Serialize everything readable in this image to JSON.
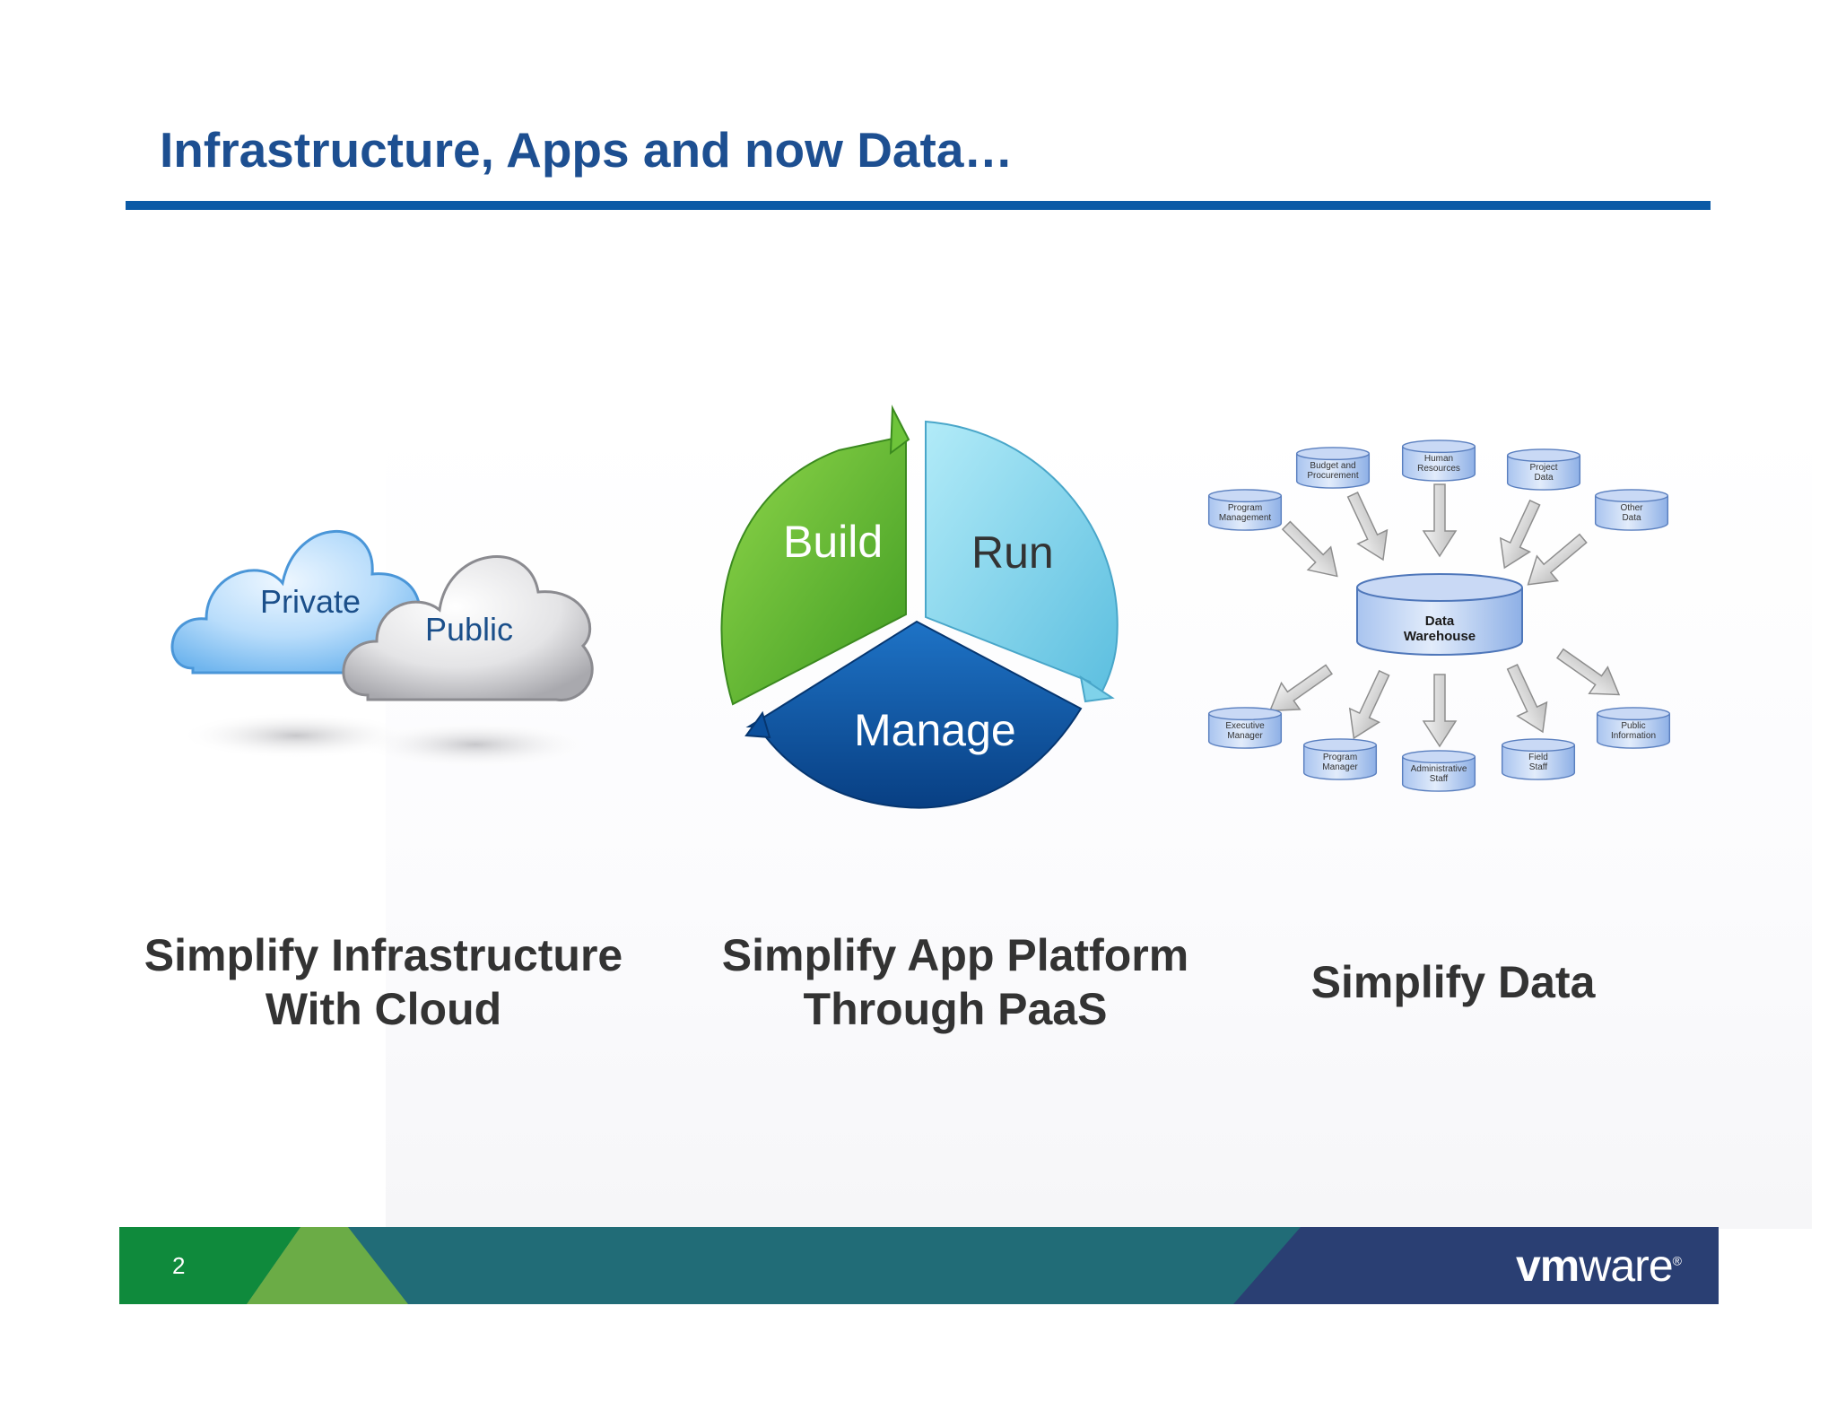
{
  "slide": {
    "title": "Infrastructure, Apps and now Data…",
    "page_number": "2"
  },
  "cloud": {
    "private_label": "Private",
    "public_label": "Public"
  },
  "cycle": {
    "build_label": "Build",
    "run_label": "Run",
    "manage_label": "Manage"
  },
  "warehouse": {
    "center_label_line1": "Data",
    "center_label_line2": "Warehouse",
    "sources": [
      {
        "line1": "Program",
        "line2": "Management"
      },
      {
        "line1": "Budget and",
        "line2": "Procurement"
      },
      {
        "line1": "Human",
        "line2": "Resources"
      },
      {
        "line1": "Project",
        "line2": "Data"
      },
      {
        "line1": "Other",
        "line2": "Data"
      }
    ],
    "consumers": [
      {
        "line1": "Executive",
        "line2": "Manager"
      },
      {
        "line1": "Program",
        "line2": "Manager"
      },
      {
        "line1": "Administrative",
        "line2": "Staff"
      },
      {
        "line1": "Field",
        "line2": "Staff"
      },
      {
        "line1": "Public",
        "line2": "Information"
      }
    ]
  },
  "captions": {
    "left_line1": "Simplify Infrastructure",
    "left_line2": "With Cloud",
    "middle_line1": "Simplify App Platform",
    "middle_line2": "Through PaaS",
    "right": "Simplify Data"
  },
  "footer": {
    "logo_bold": "vm",
    "logo_rest": "ware",
    "logo_mark": "®"
  },
  "colors": {
    "title": "#1d4f91",
    "rule": "#0b5aa6",
    "build_green": "#5cb531",
    "run_cyan": "#7fd2ea",
    "manage_blue": "#0b4f9c",
    "footer_teal": "#216c77",
    "footer_navy": "#2a3f73"
  }
}
